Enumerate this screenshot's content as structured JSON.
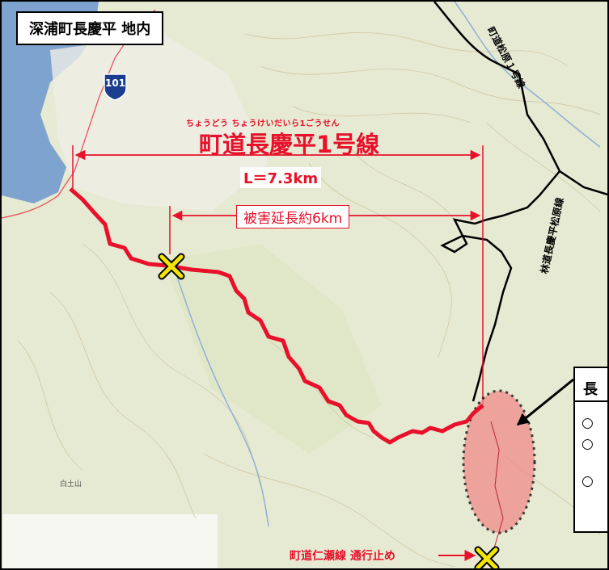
{
  "map": {
    "title": "深浦町長慶平 地内",
    "route_ruby": "ちょうどう ちょうけいだいら1ごうせん",
    "route_name": "町道長慶平1号線",
    "route_length": "L＝7.3km",
    "damage_extent": "被害延長約6km",
    "closure_label": "町道仁瀬線 通行止め",
    "road_label_a": "町道松原１号線",
    "road_label_b": "林道長慶平松原線",
    "national_route": "101",
    "mountain_label": "白土山",
    "info_box": {
      "title": "長",
      "bullets": [
        "○",
        "○",
        "○"
      ]
    },
    "colors": {
      "route": "#e8102a",
      "marker": "#f2e600",
      "zone_fill": "#f08a8a",
      "sea": "#7fa3cf"
    },
    "icons": [
      "cross-marker-icon",
      "route-shield-icon",
      "arrow-icon"
    ]
  }
}
